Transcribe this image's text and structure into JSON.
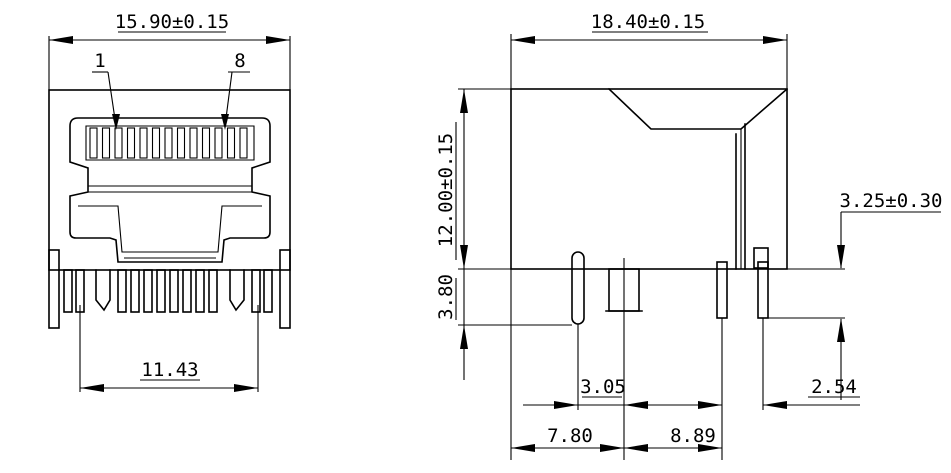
{
  "front_view": {
    "width_dim": "15.90±0.15",
    "pin1_label": "1",
    "pin8_label": "8",
    "pin_span_dim": "11.43"
  },
  "side_view": {
    "length_dim": "18.40±0.15",
    "height_dim": "12.00±0.15",
    "pin_length_dim": "3.80",
    "peg_protrusion_dim": "3.25±0.30",
    "peg_offset_dim": "3.05",
    "pitch_dim": "2.54",
    "front_offset_dim": "7.80",
    "peg_span_dim": "8.89"
  }
}
